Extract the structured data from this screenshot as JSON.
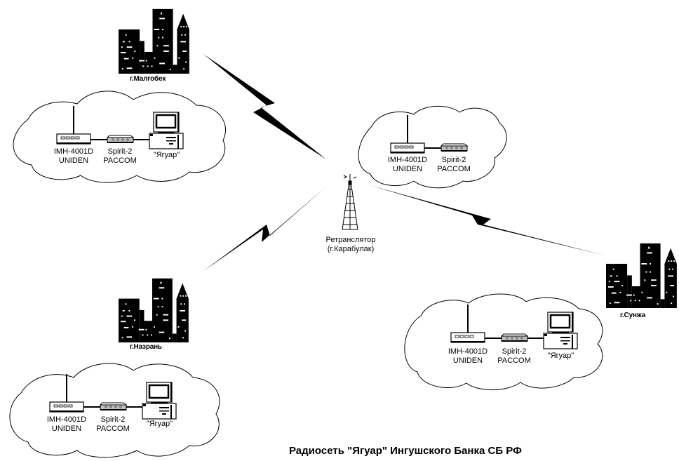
{
  "title": "Радиосеть \"Ягуар\" Ингушского Банка СБ РФ",
  "colors": {
    "ink": "#000000",
    "background": "#ffffff",
    "modem_fill": "#c0c0c0"
  },
  "repeater": {
    "line1": "Ретранслятор",
    "line2": "(г.Карабулак)"
  },
  "cities": [
    {
      "name": "г.Малгобек"
    },
    {
      "name": "г.Назрань"
    },
    {
      "name": "г.Сунжа"
    }
  ],
  "nodes": [
    {
      "radio": [
        "IMH-4001D",
        "UNIDEN"
      ],
      "modem": [
        "Spirit-2",
        "PACCOM"
      ],
      "computer": "\"Ягуар\""
    },
    {
      "radio": [
        "IMH-4001D",
        "UNIDEN"
      ],
      "modem": [
        "Spirit-2",
        "PACCOM"
      ]
    },
    {
      "radio": [
        "IMH-4001D",
        "UNIDEN"
      ],
      "modem": [
        "Spirit-2",
        "PACCOM"
      ],
      "computer": "\"Ягуар\""
    },
    {
      "radio": [
        "IMH-4001D",
        "UNIDEN"
      ],
      "modem": [
        "Spirit-2",
        "PACCOM"
      ],
      "computer": "\"Ягуар\""
    }
  ]
}
